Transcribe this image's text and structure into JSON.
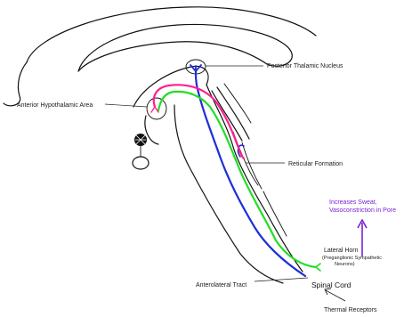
{
  "labels": {
    "posterior_thalamic_nucleus": "Posterior Thalamic Nucleus",
    "anterior_hypothalamic_area": "Anterior Hypothalamic Area",
    "reticular_formation": "Reticular Formation",
    "increases_sweat_line1": "Increases Sweat,",
    "increases_sweat_line2": "Vasoconstriction in Pore",
    "lateral_horn": "Lateral Horn",
    "preganglionic_line1": "(Preganglionic Sympathetic",
    "preganglionic_line2": "Neurons)",
    "anterolateral_tract": "Anterolateral Tract",
    "spinal_cord": "Spinal Cord",
    "thermal_receptors": "Thermal Receptors"
  },
  "colors": {
    "blue_pathway": "#1f2fd6",
    "green_pathway": "#22dd22",
    "magenta_pathway": "#ff1f8f",
    "effect_arrow": "#7a22d6",
    "outline": "#111111"
  }
}
